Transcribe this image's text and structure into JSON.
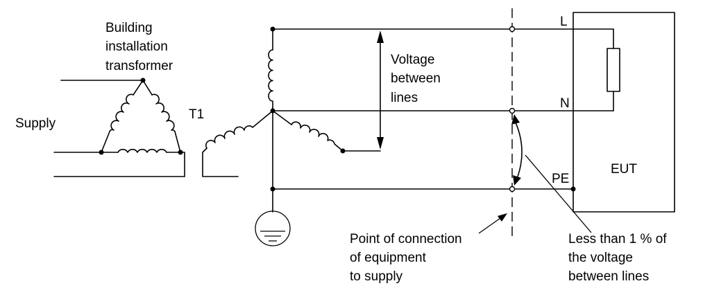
{
  "labels": {
    "transformer_title": [
      "Building",
      "installation",
      "transformer"
    ],
    "supply": "Supply",
    "t1": "T1",
    "voltage_between_lines": [
      "Voltage",
      "between",
      "lines"
    ],
    "l": "L",
    "n": "N",
    "pe": "PE",
    "eut": "EUT",
    "point_of_connection": [
      "Point of connection",
      "of equipment",
      "to supply"
    ],
    "less_than": [
      "Less than 1 % of",
      "the voltage",
      "between lines"
    ]
  }
}
